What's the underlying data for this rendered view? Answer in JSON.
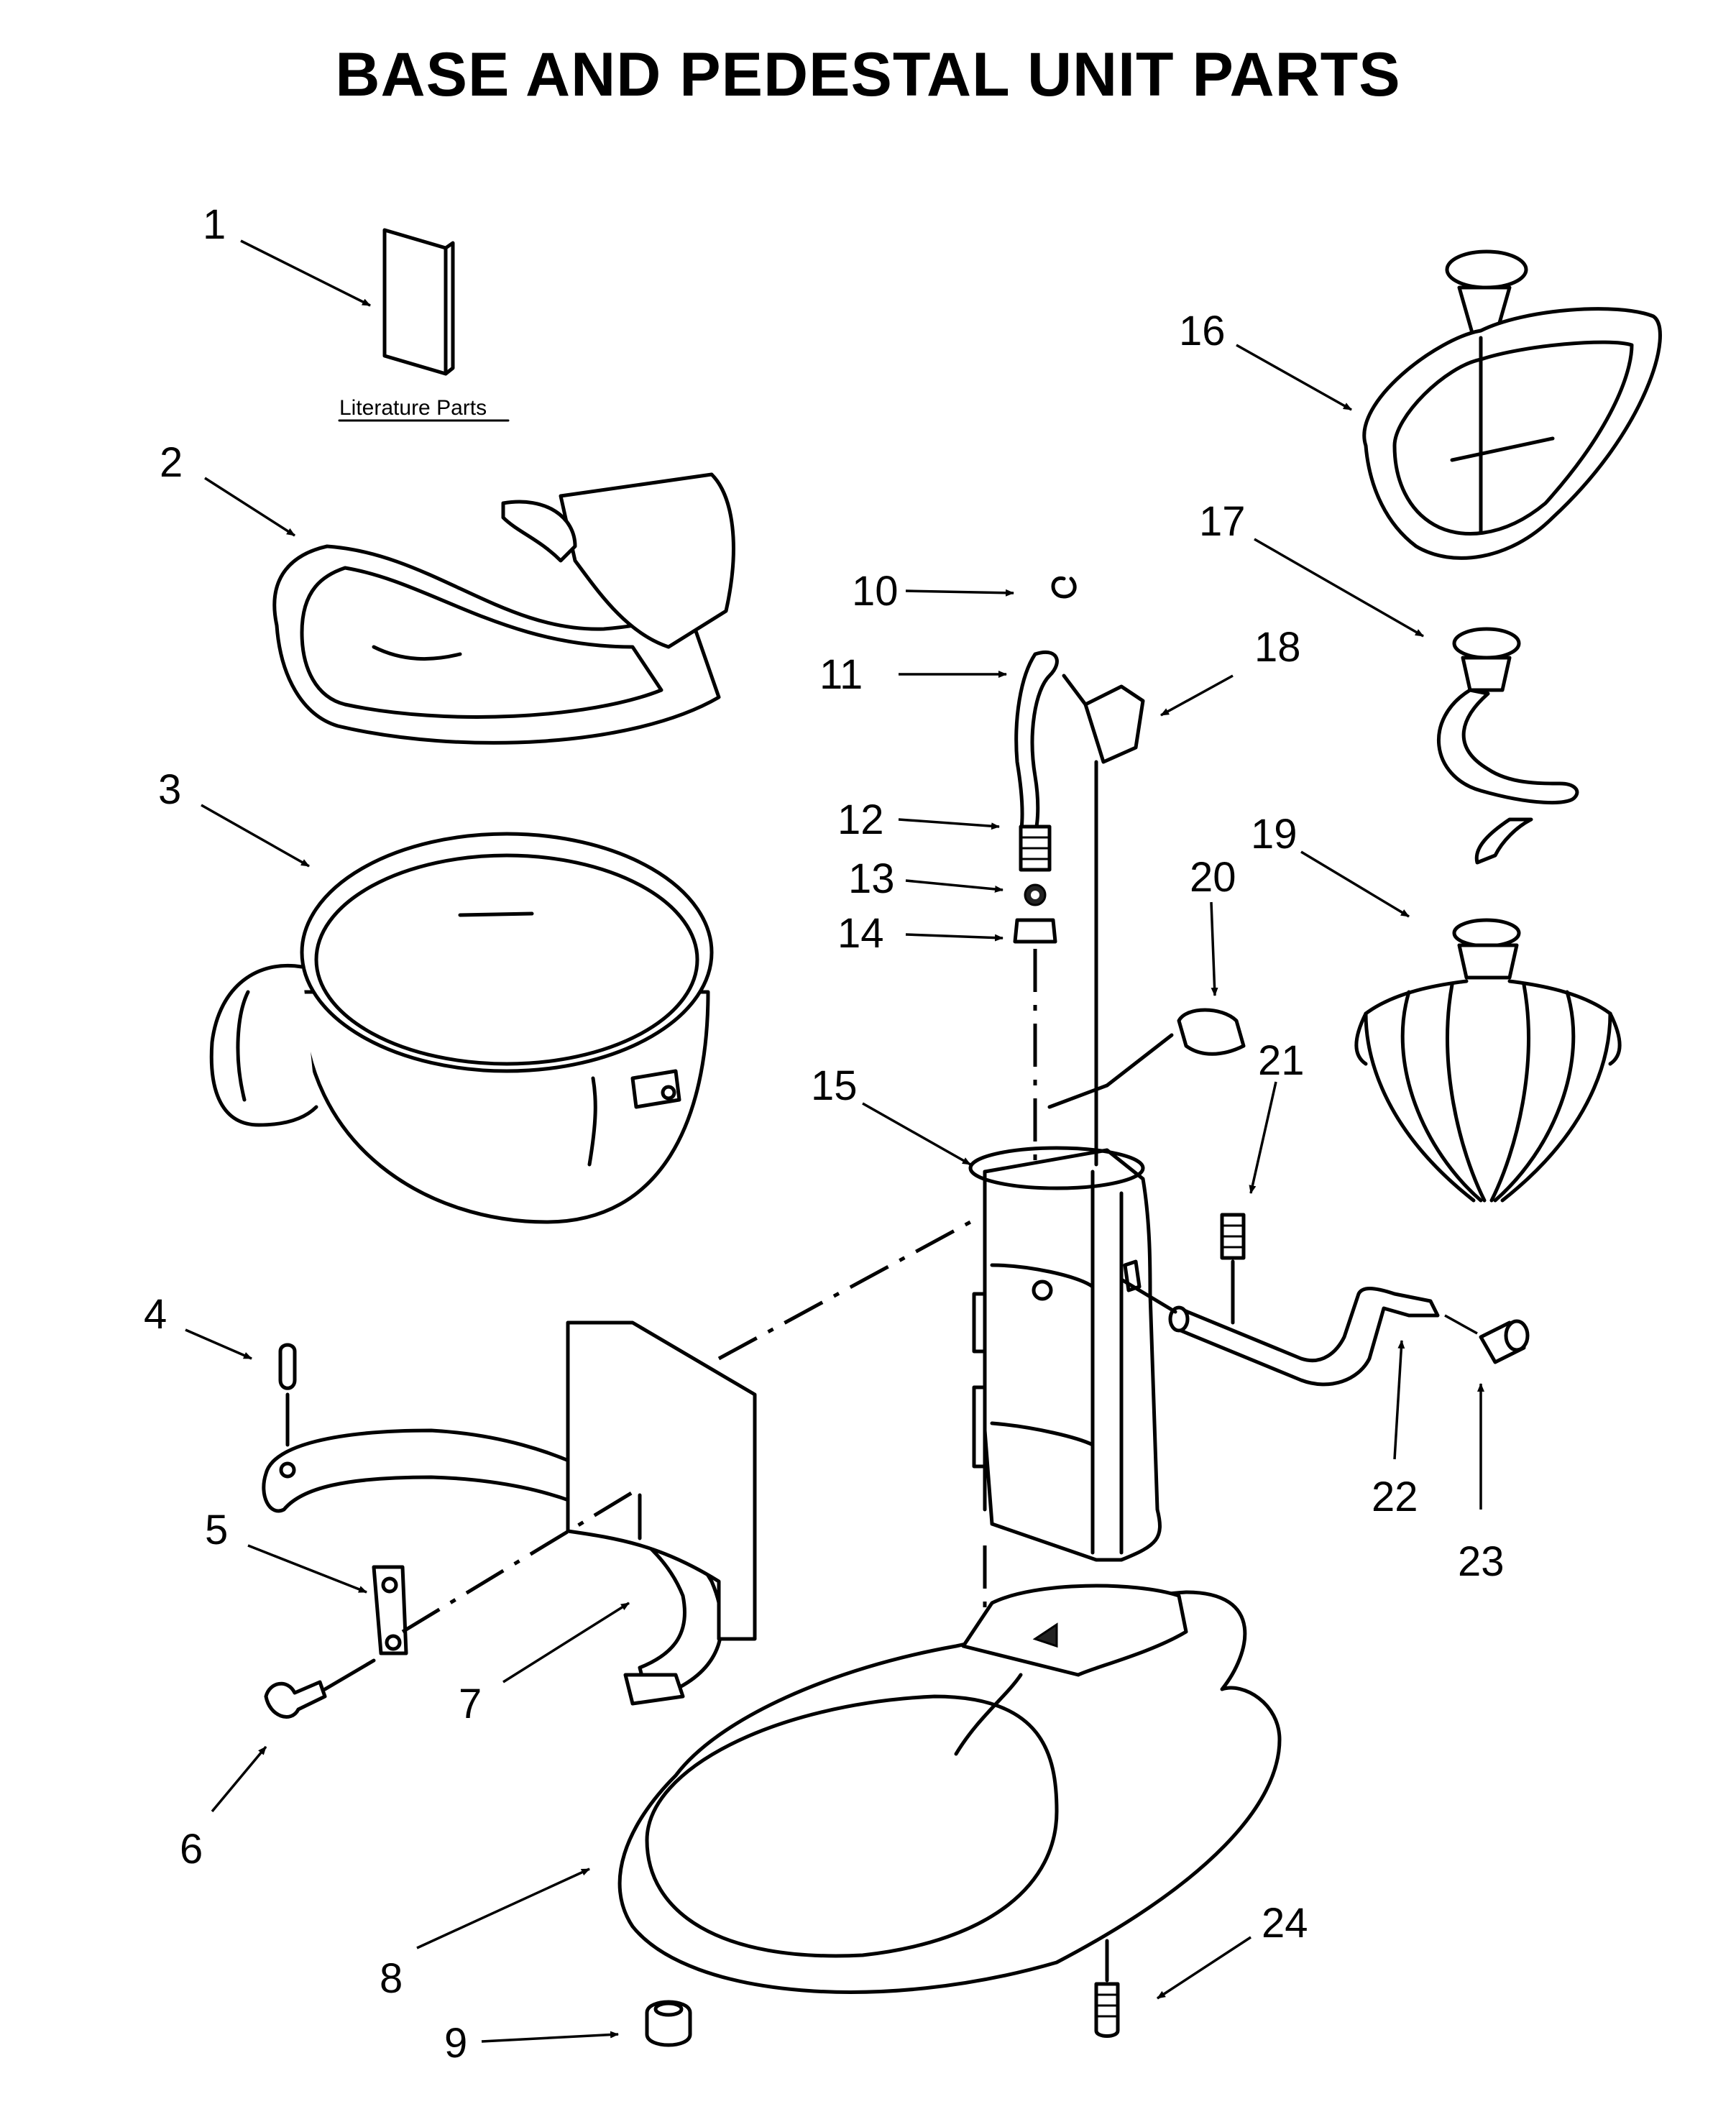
{
  "title": "BASE AND PEDESTAL UNIT PARTS",
  "literature_label": "Literature Parts",
  "callouts": [
    "1",
    "2",
    "3",
    "4",
    "5",
    "6",
    "7",
    "8",
    "9",
    "10",
    "11",
    "12",
    "13",
    "14",
    "15",
    "16",
    "17",
    "18",
    "19",
    "20",
    "21",
    "22",
    "23",
    "24"
  ]
}
